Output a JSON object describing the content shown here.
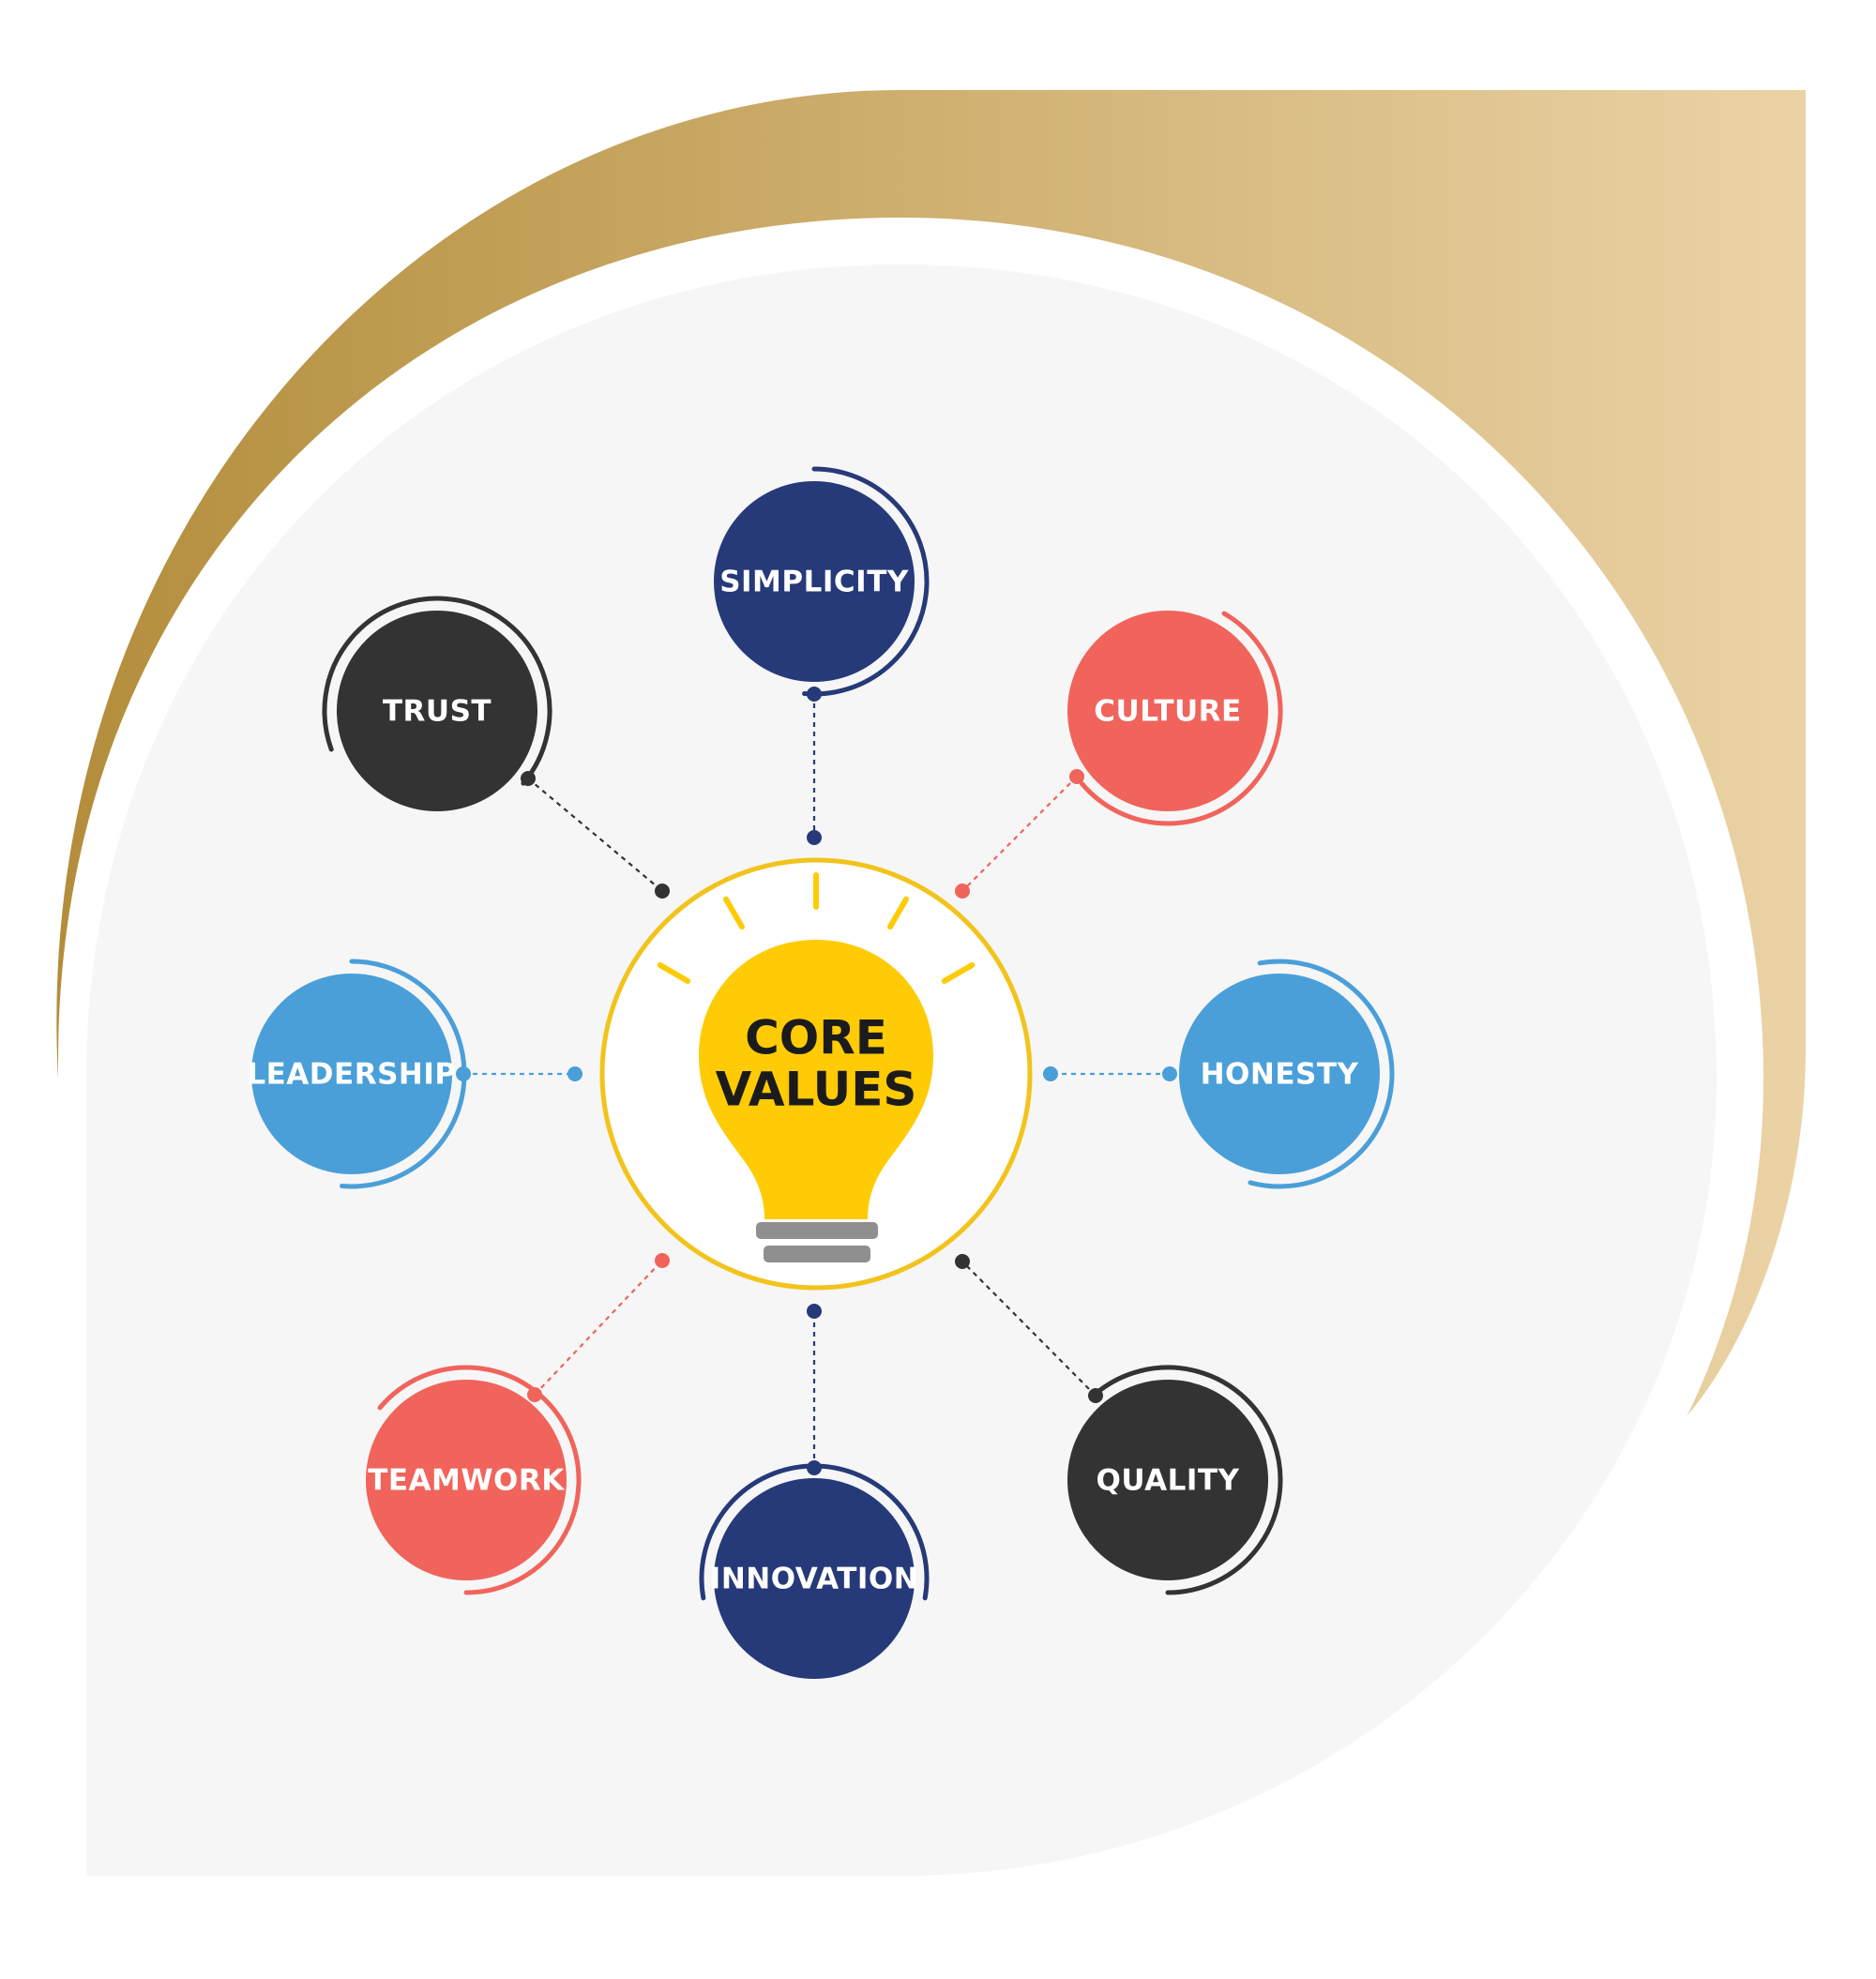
{
  "center": {
    "line1": "CORE",
    "line2": "VALUES",
    "bulb_color": "#FFCB05",
    "ring_color": "#F2C31C",
    "base_color": "#8F8F8F"
  },
  "colors": {
    "navy": "#263A79",
    "red": "#F0645C",
    "dark": "#333333",
    "blue": "#4A9FD8",
    "gold_dark": "#B38D3B",
    "gold_light": "#EBD3A6",
    "backdrop": "#F6F6F6"
  },
  "values": [
    {
      "id": "simplicity",
      "label": "SIMPLICITY",
      "color": "navy",
      "icon": "circle-node"
    },
    {
      "id": "culture",
      "label": "CULTURE",
      "color": "red",
      "icon": "circle-node"
    },
    {
      "id": "honesty",
      "label": "HONESTY",
      "color": "blue",
      "icon": "circle-node"
    },
    {
      "id": "quality",
      "label": "QUALITY",
      "color": "dark",
      "icon": "circle-node"
    },
    {
      "id": "innovation",
      "label": "INNOVATION",
      "color": "navy",
      "icon": "circle-node"
    },
    {
      "id": "teamwork",
      "label": "TEAMWORK",
      "color": "red",
      "icon": "circle-node"
    },
    {
      "id": "leadership",
      "label": "LEADERSHIP",
      "color": "blue",
      "icon": "circle-node"
    },
    {
      "id": "trust",
      "label": "TRUST",
      "color": "dark",
      "icon": "circle-node"
    }
  ]
}
